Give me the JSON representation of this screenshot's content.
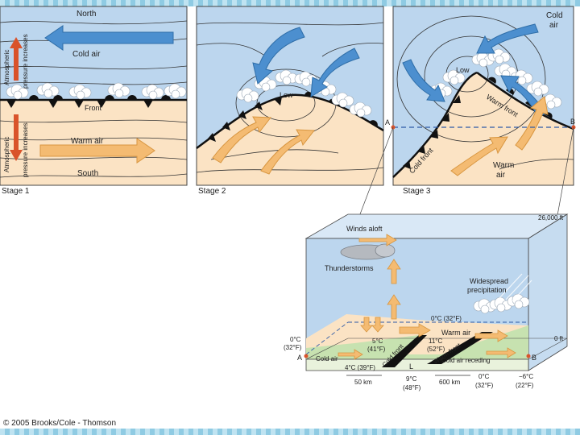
{
  "stage1": {
    "caption": "Stage 1",
    "north": "North",
    "south": "South",
    "cold_air": "Cold air",
    "warm_air": "Warm air",
    "front": "Front",
    "pressure_label_line1": "Atmospheric",
    "pressure_label_line2": "pressure increases"
  },
  "stage2": {
    "caption": "Stage 2",
    "low": "Low"
  },
  "stage3": {
    "caption": "Stage 3",
    "cold_air": "Cold",
    "cold_air_2": "air",
    "low": "Low",
    "warm_front": "Warm front",
    "cold_front": "Cold front",
    "warm_air": "Warm",
    "warm_air_2": "air",
    "point_a": "A",
    "point_b": "B"
  },
  "cross_section": {
    "winds_aloft": "Winds aloft",
    "thunderstorms": "Thunderstorms",
    "widespread": "Widespread",
    "precipitation": "precipitation",
    "altitude_top": "26,000 ft",
    "altitude_bottom": "0 ft",
    "freezing_level": "0°C (32°F)",
    "warm_air": "Warm air",
    "cold_air": "Cold air",
    "cold_air_receding": "Cold air receding",
    "cold_front": "Cold front",
    "warm_front": "Warm front",
    "low_marker": "L",
    "point_a": "A",
    "point_b": "B",
    "left_temp_1": "0°C",
    "left_temp_2": "(32°F)",
    "temp_5c": "5°C",
    "temp_41f": "(41°F)",
    "temp_11c": "11°C",
    "temp_52f": "(52°F)",
    "temp_4c": "4°C (39°F)",
    "temp_9c": "9°C",
    "temp_48f": "(48°F)",
    "temp_0c": "0°C",
    "temp_32f": "(32°F)",
    "temp_m6c": "−6°C",
    "temp_22f": "(22°F)",
    "dist_50": "50 km",
    "dist_600": "600 km"
  },
  "copyright": "© 2005 Brooks/Cole - Thomson",
  "colors": {
    "sky": "#bcd6ee",
    "warm_land": "#fbe3c4",
    "cold_arrow": "#4c8fcf",
    "warm_arrow": "#f4bb72",
    "pressure_arrow": "#d9532b",
    "cold_ground": "#c7e2b0"
  }
}
